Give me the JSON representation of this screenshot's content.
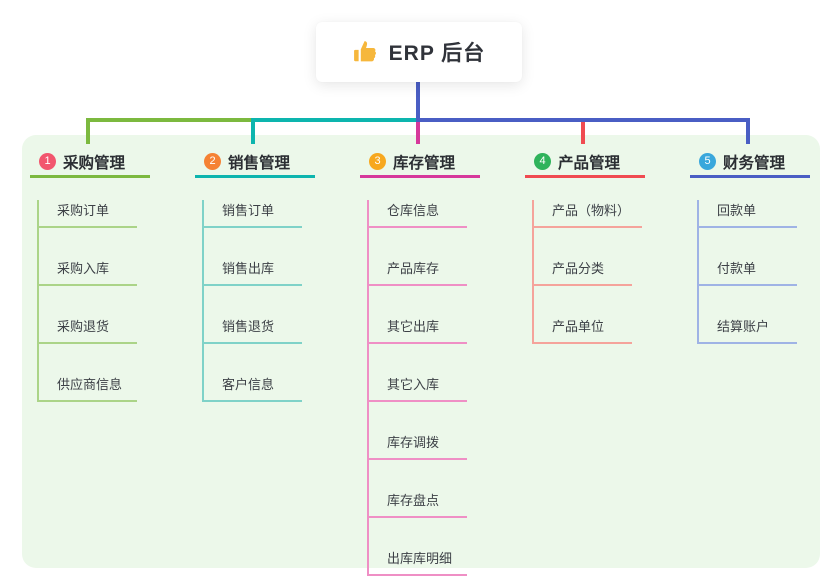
{
  "root": {
    "label": "ERP 后台",
    "icon": "thumbs-up-icon",
    "icon_color": "#f6b73c"
  },
  "panel_color": "#ecf8ea",
  "branches": [
    {
      "num": "1",
      "label": "采购管理",
      "badge_color": "#f2566e",
      "line_color": "#7cb93f",
      "child_line_color": "#abd488",
      "children": [
        "采购订单",
        "采购入库",
        "采购退货",
        "供应商信息"
      ]
    },
    {
      "num": "2",
      "label": "销售管理",
      "badge_color": "#f58234",
      "line_color": "#0db5ae",
      "child_line_color": "#7fd2c8",
      "children": [
        "销售订单",
        "销售出库",
        "销售退货",
        "客户信息"
      ]
    },
    {
      "num": "3",
      "label": "库存管理",
      "badge_color": "#f7a81e",
      "line_color": "#d6399b",
      "child_line_color": "#ef8fc5",
      "children": [
        "仓库信息",
        "产品库存",
        "其它出库",
        "其它入库",
        "库存调拨",
        "库存盘点",
        "出库库明细"
      ]
    },
    {
      "num": "4",
      "label": "产品管理",
      "badge_color": "#2fb35b",
      "line_color": "#f04b51",
      "child_line_color": "#f5a39b",
      "children": [
        "产品（物料）",
        "产品分类",
        "产品单位"
      ]
    },
    {
      "num": "5",
      "label": "财务管理",
      "badge_color": "#39a7dc",
      "line_color": "#4a5ec4",
      "child_line_color": "#9fb3e5",
      "children": [
        "回款单",
        "付款单",
        "结算账户"
      ]
    }
  ]
}
